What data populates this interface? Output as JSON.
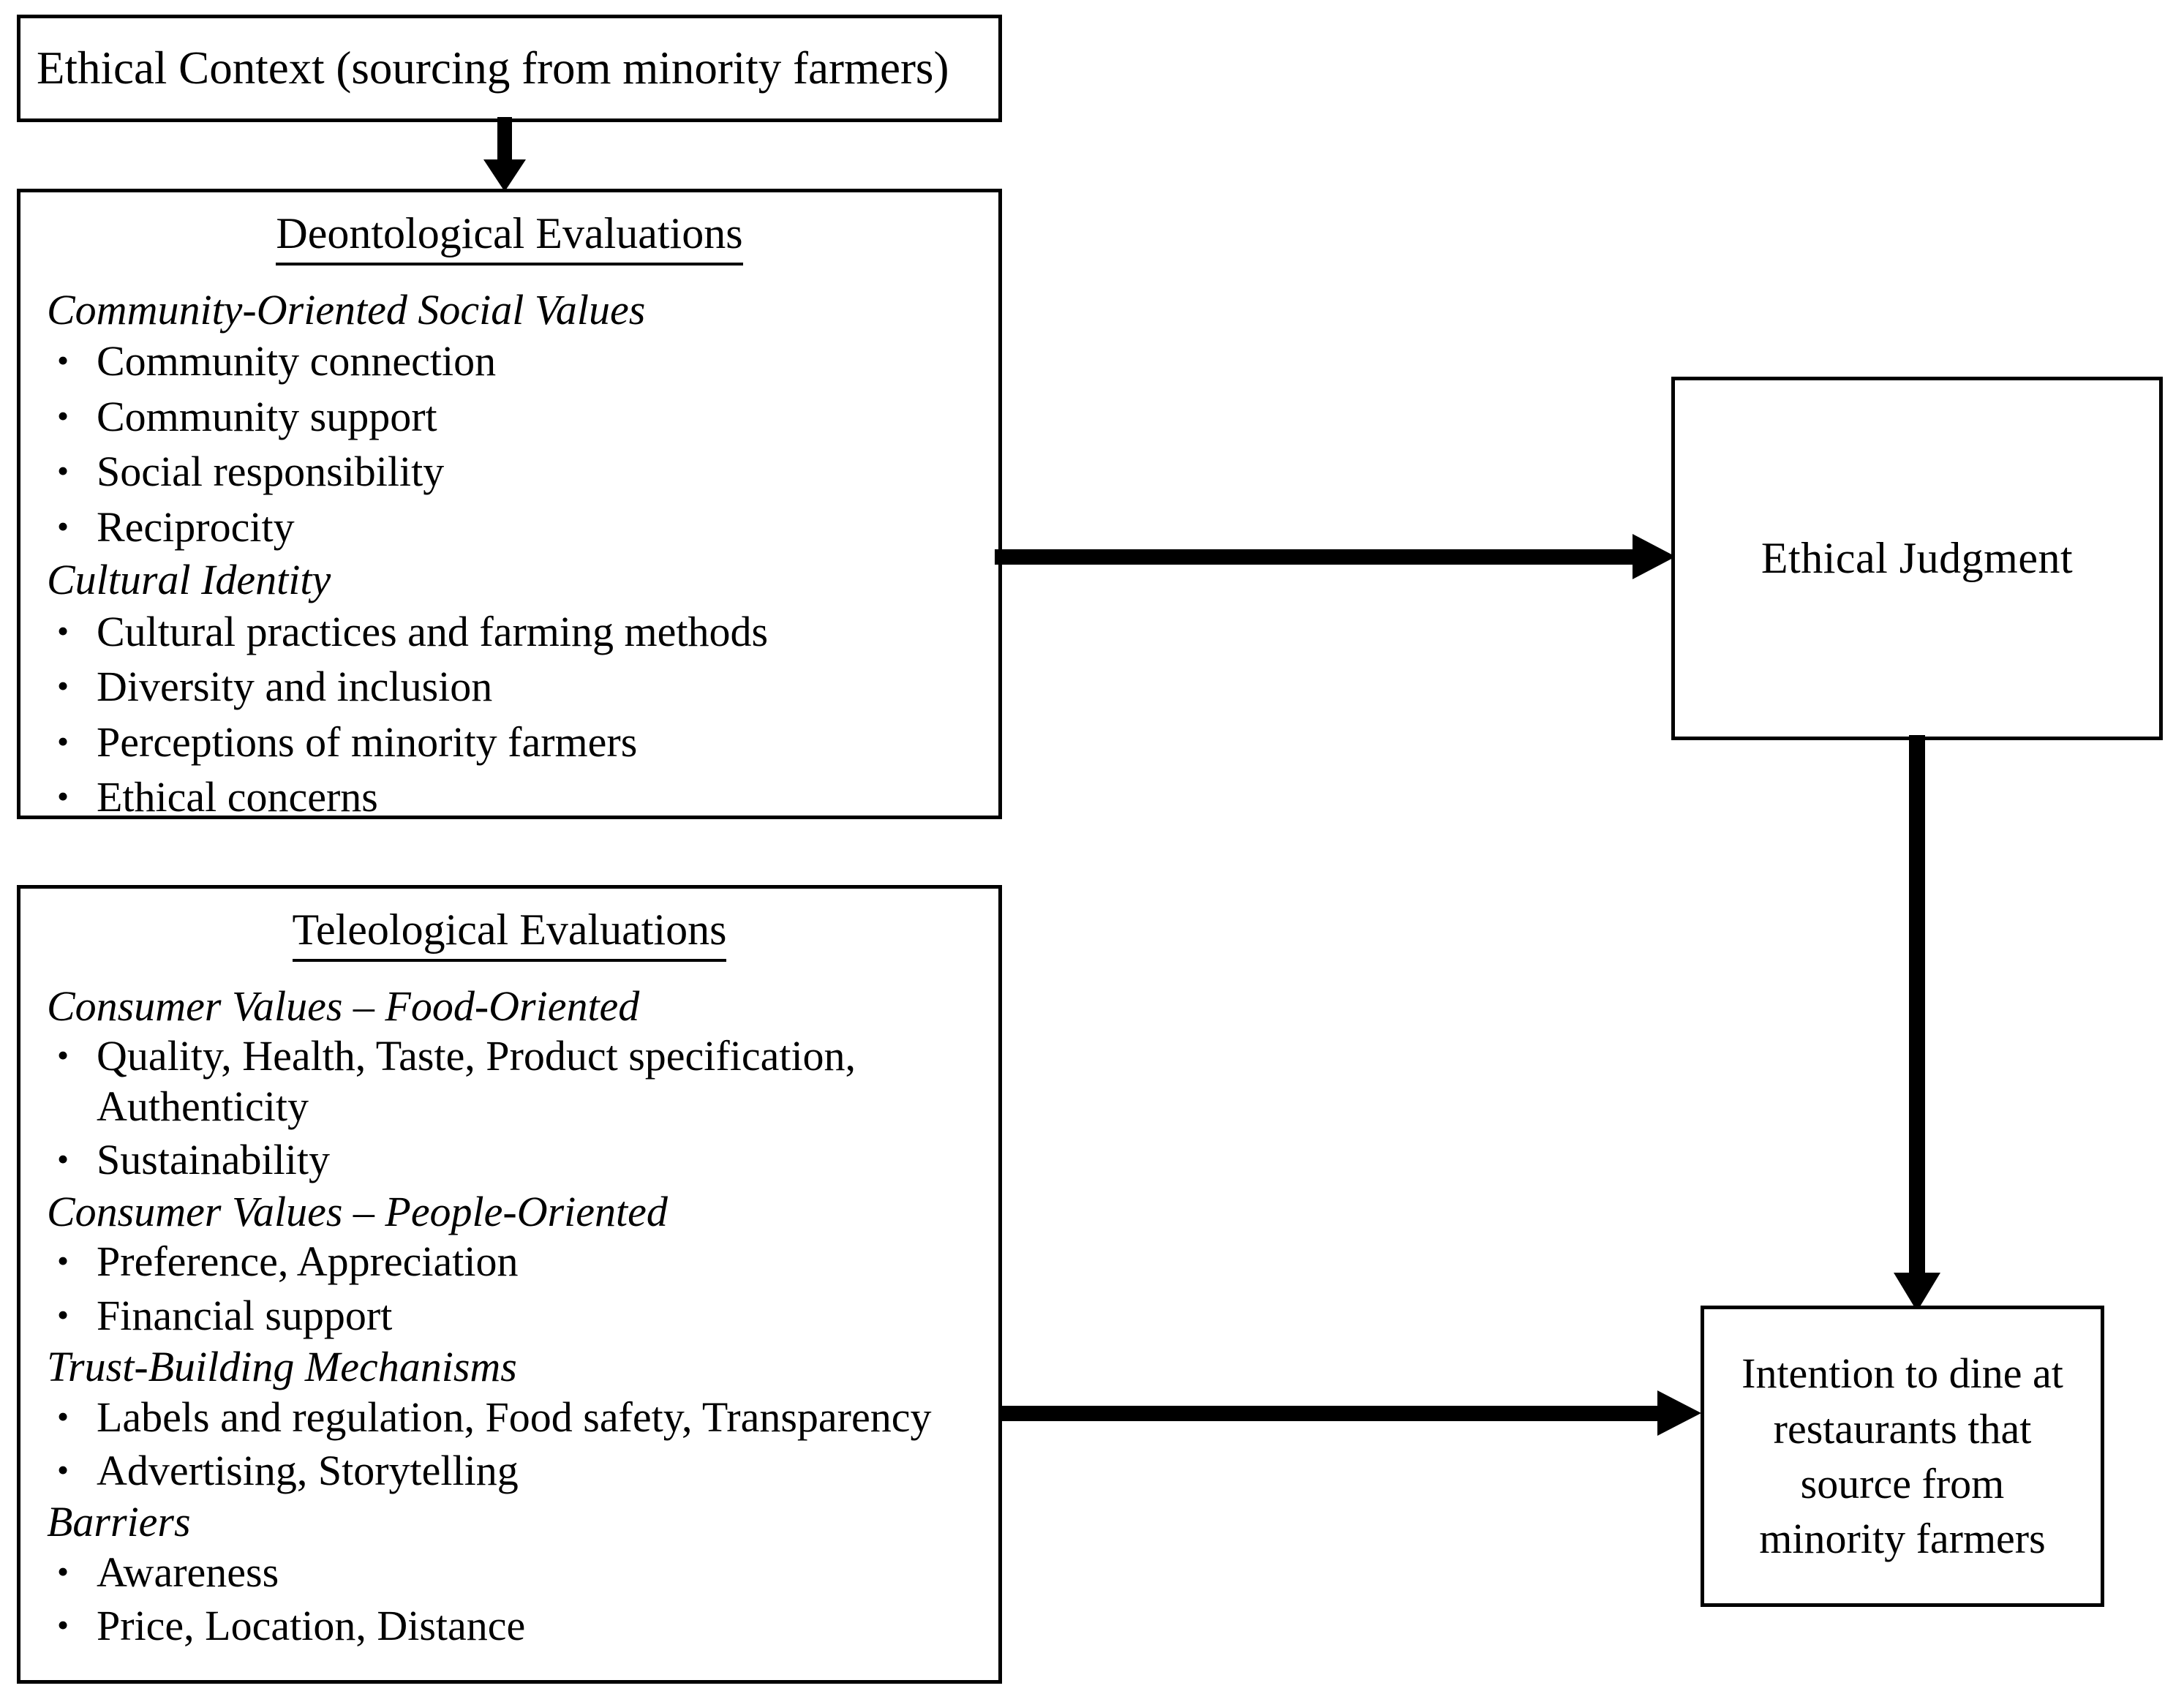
{
  "diagram": {
    "context_box": {
      "text": "Ethical Context (sourcing from minority farmers)"
    },
    "deontological": {
      "title": "Deontological Evaluations",
      "groups": [
        {
          "heading": "Community-Oriented Social Values",
          "items": [
            "Community connection",
            "Community support",
            "Social responsibility",
            "Reciprocity"
          ]
        },
        {
          "heading": "Cultural Identity",
          "items": [
            "Cultural practices and farming methods",
            "Diversity and inclusion",
            " Perceptions of minority farmers",
            "Ethical concerns"
          ]
        }
      ]
    },
    "teleological": {
      "title": "Teleological Evaluations",
      "groups": [
        {
          "heading": "Consumer Values – Food-Oriented",
          "items": [
            "Quality, Health, Taste, Product specification, Authenticity",
            "Sustainability"
          ]
        },
        {
          "heading": "Consumer Values – People-Oriented",
          "items": [
            "Preference, Appreciation",
            "Financial support"
          ]
        },
        {
          "heading": "Trust-Building Mechanisms",
          "items": [
            "Labels and regulation, Food safety, Transparency",
            "Advertising, Storytelling"
          ]
        },
        {
          "heading": "Barriers",
          "items": [
            "Awareness",
            "Price, Location, Distance"
          ]
        }
      ]
    },
    "ethical_judgment": {
      "text": "Ethical Judgment"
    },
    "intention": {
      "lines": [
        "Intention to dine at",
        "restaurants that",
        "source from",
        "minority farmers"
      ]
    },
    "bullet_glyph": "•",
    "colors": {
      "stroke": "#000000",
      "background": "#ffffff"
    },
    "arrows": [
      {
        "name": "context-to-deontological",
        "direction": "down"
      },
      {
        "name": "deontological-to-ethical-judgment",
        "direction": "right"
      },
      {
        "name": "ethical-judgment-to-intention",
        "direction": "down"
      },
      {
        "name": "teleological-to-intention",
        "direction": "right"
      }
    ]
  }
}
